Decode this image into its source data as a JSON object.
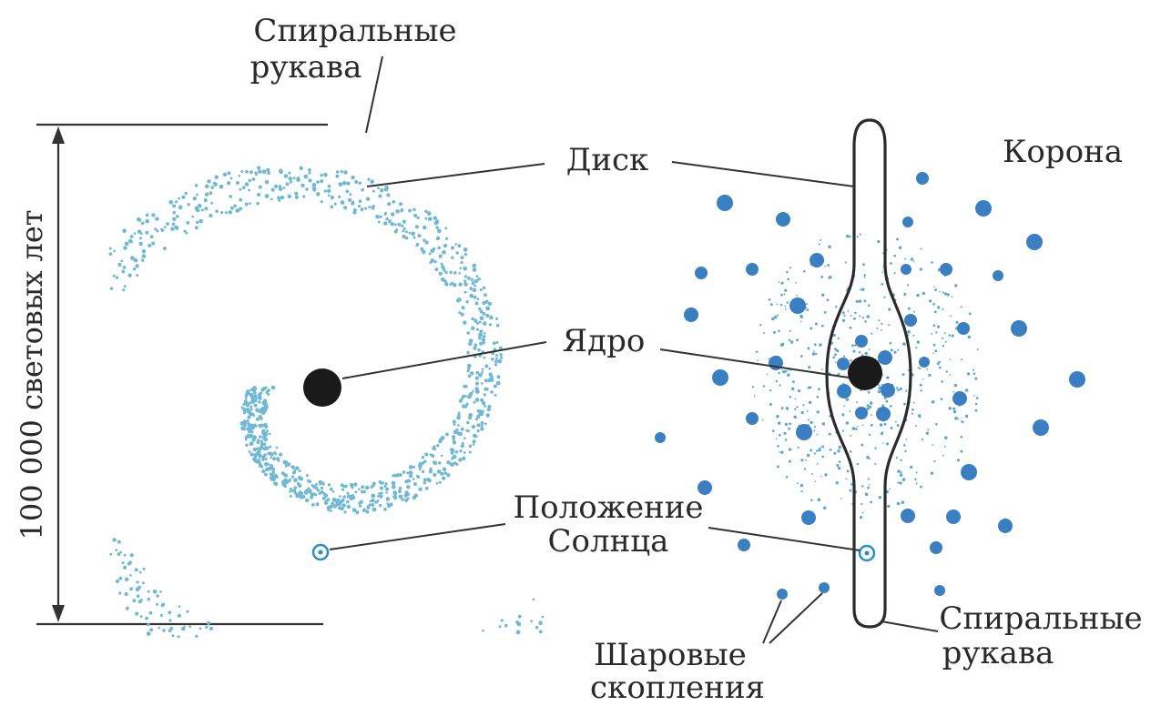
{
  "labels": {
    "spiral_arms_top_line1": "Спиральные",
    "spiral_arms_top_line2": "рукава",
    "disk": "Диск",
    "corona": "Корона",
    "nucleus": "Ядро",
    "sun_position_line1": "Положение",
    "sun_position_line2": "Солнца",
    "spiral_arms_bottom_line1": "Спиральные",
    "spiral_arms_bottom_line2": "рукава",
    "globular_clusters_line1": "Шаровые",
    "globular_clusters_line2": "скопления",
    "scale": "100 000 световых лет"
  },
  "colors": {
    "spiral_dots": "#6fb8d6",
    "cluster": "#3a7fc2",
    "core": "#1a1a1a",
    "outline": "#2b2b2b",
    "text": "#2a2a2a"
  }
}
